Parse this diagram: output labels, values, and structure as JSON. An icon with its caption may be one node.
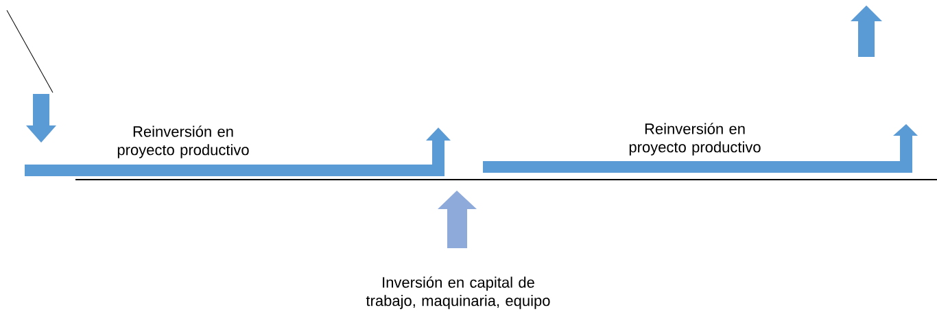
{
  "diagram": {
    "labels": [
      "Reinversión en proyecto productivo",
      "Reinversión en proyecto productivo",
      "Inversión en capital de trabajo, maquinaria, equipo"
    ]
  }
}
